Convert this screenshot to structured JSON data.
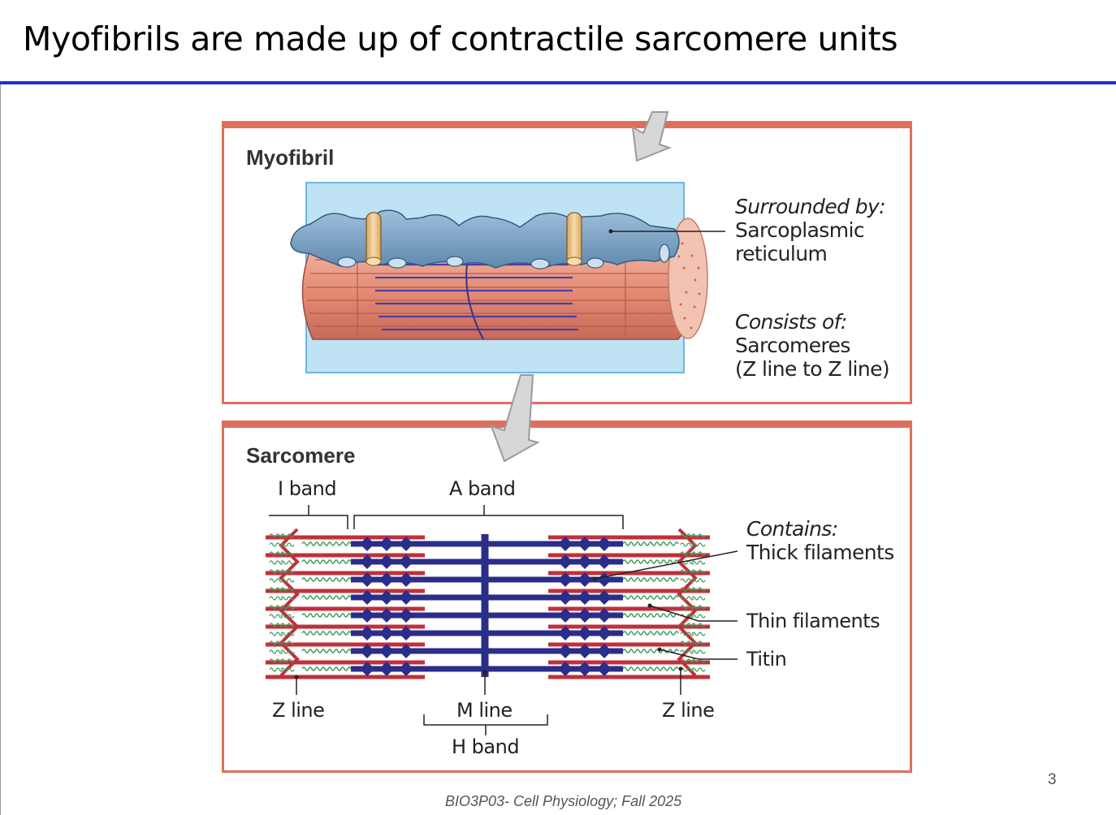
{
  "slide": {
    "title": "Myofibrils are made up of contractile sarcomere units",
    "page_number": "3",
    "footer": "BIO3P03- Cell Physiology; Fall 2025"
  },
  "myofibril_panel": {
    "heading": "Myofibril",
    "surrounded_heading": "Surrounded by:",
    "surrounded_line1": "Sarcoplasmic",
    "surrounded_line2": "reticulum",
    "consists_heading": "Consists of:",
    "consists_line1": "Sarcomeres",
    "consists_line2": "(Z line to Z line)"
  },
  "sarcomere_panel": {
    "heading": "Sarcomere",
    "i_band": "I band",
    "a_band": "A band",
    "z_line_left": "Z line",
    "m_line": "M line",
    "z_line_right": "Z line",
    "h_band": "H band",
    "contains_heading": "Contains:",
    "thick": "Thick filaments",
    "thin": "Thin filaments",
    "titin": "Titin"
  },
  "colors": {
    "panel_border": "#de6f5e",
    "title_rule": "#1f2fd6",
    "thick_filament": "#2b2d8a",
    "thin_filament": "#c0303a",
    "titin": "#3f9a55",
    "sr_blue": "#6d94b8",
    "fiber_salmon": "#e08a74",
    "background_box": "#bfe2f5"
  }
}
